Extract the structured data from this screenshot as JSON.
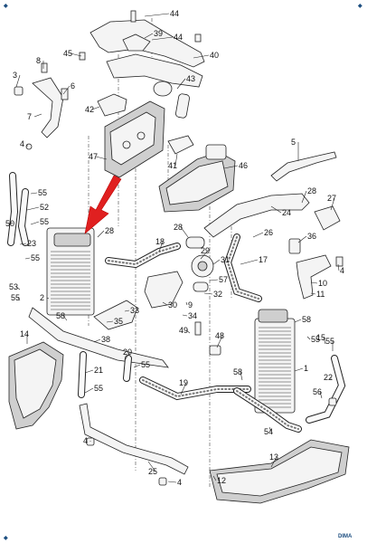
{
  "diagram": {
    "callouts": [
      {
        "id": "c44a",
        "text": "44"
      },
      {
        "id": "c39",
        "text": "39"
      },
      {
        "id": "c44b",
        "text": "44"
      },
      {
        "id": "c45",
        "text": "45"
      },
      {
        "id": "c40",
        "text": "40"
      },
      {
        "id": "c3",
        "text": "3"
      },
      {
        "id": "c8",
        "text": "8"
      },
      {
        "id": "c6",
        "text": "6"
      },
      {
        "id": "c43",
        "text": "43"
      },
      {
        "id": "c42",
        "text": "42"
      },
      {
        "id": "c7",
        "text": "7"
      },
      {
        "id": "c4a",
        "text": "4"
      },
      {
        "id": "c47",
        "text": "47"
      },
      {
        "id": "c41",
        "text": "41"
      },
      {
        "id": "c46",
        "text": "46"
      },
      {
        "id": "c5",
        "text": "5"
      },
      {
        "id": "c28a",
        "text": "28"
      },
      {
        "id": "c27",
        "text": "27"
      },
      {
        "id": "c55a",
        "text": "55"
      },
      {
        "id": "c52",
        "text": "52"
      },
      {
        "id": "c24",
        "text": "24"
      },
      {
        "id": "c50",
        "text": "50"
      },
      {
        "id": "c55b",
        "text": "55"
      },
      {
        "id": "c28b",
        "text": "28"
      },
      {
        "id": "c28c",
        "text": "28"
      },
      {
        "id": "c26",
        "text": "26"
      },
      {
        "id": "c36",
        "text": "36"
      },
      {
        "id": "c23",
        "text": "23"
      },
      {
        "id": "c18",
        "text": "18"
      },
      {
        "id": "c29",
        "text": "29"
      },
      {
        "id": "c55c",
        "text": "55"
      },
      {
        "id": "c17",
        "text": "17"
      },
      {
        "id": "c31",
        "text": "31"
      },
      {
        "id": "c57",
        "text": "57"
      },
      {
        "id": "c4b",
        "text": "4"
      },
      {
        "id": "c53",
        "text": "53"
      },
      {
        "id": "c2",
        "text": "2"
      },
      {
        "id": "c55d",
        "text": "55"
      },
      {
        "id": "c32",
        "text": "32"
      },
      {
        "id": "c9",
        "text": "9"
      },
      {
        "id": "c10",
        "text": "10"
      },
      {
        "id": "c11",
        "text": "11"
      },
      {
        "id": "c30",
        "text": "30"
      },
      {
        "id": "c33",
        "text": "33"
      },
      {
        "id": "c58a",
        "text": "58"
      },
      {
        "id": "c34",
        "text": "34"
      },
      {
        "id": "c58b",
        "text": "58"
      },
      {
        "id": "c35",
        "text": "35"
      },
      {
        "id": "c49",
        "text": "49"
      },
      {
        "id": "c38",
        "text": "38"
      },
      {
        "id": "c48",
        "text": "48"
      },
      {
        "id": "c14",
        "text": "14"
      },
      {
        "id": "c55e",
        "text": "55"
      },
      {
        "id": "c15",
        "text": "15"
      },
      {
        "id": "c20",
        "text": "20"
      },
      {
        "id": "c55f",
        "text": "55"
      },
      {
        "id": "c1",
        "text": "1"
      },
      {
        "id": "c58c",
        "text": "58"
      },
      {
        "id": "c21",
        "text": "21"
      },
      {
        "id": "c19",
        "text": "19"
      },
      {
        "id": "c55g",
        "text": "55"
      },
      {
        "id": "c22",
        "text": "22"
      },
      {
        "id": "c56",
        "text": "56"
      },
      {
        "id": "c55h",
        "text": "55"
      },
      {
        "id": "c54",
        "text": "54"
      },
      {
        "id": "c4c",
        "text": "4"
      },
      {
        "id": "c13",
        "text": "13"
      },
      {
        "id": "c25",
        "text": "25"
      },
      {
        "id": "c4d",
        "text": "4"
      },
      {
        "id": "c12",
        "text": "12"
      }
    ],
    "brand_mark": "DIMA",
    "colors": {
      "highlight_arrow": "#e02020",
      "line": "#222222",
      "watermark": "#1c4e80"
    }
  }
}
